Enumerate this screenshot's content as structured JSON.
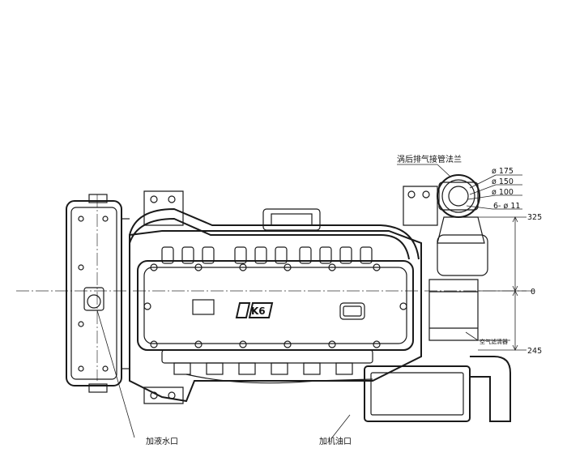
{
  "labels": {
    "exhaust_flange": "涡后排气接管法兰",
    "air_filter": "空气滤清器",
    "coolant_inlet": "加液水口",
    "oil_inlet": "加机油口",
    "logo": "K6"
  },
  "dimensions": {
    "d175": "ø 175",
    "d150": "ø 150",
    "d100": "ø 100",
    "holes": "6- ø 11",
    "h325": "325",
    "h0": "0",
    "h245": "245"
  },
  "colors": {
    "line": "#1a1a1a",
    "background": "#ffffff"
  }
}
